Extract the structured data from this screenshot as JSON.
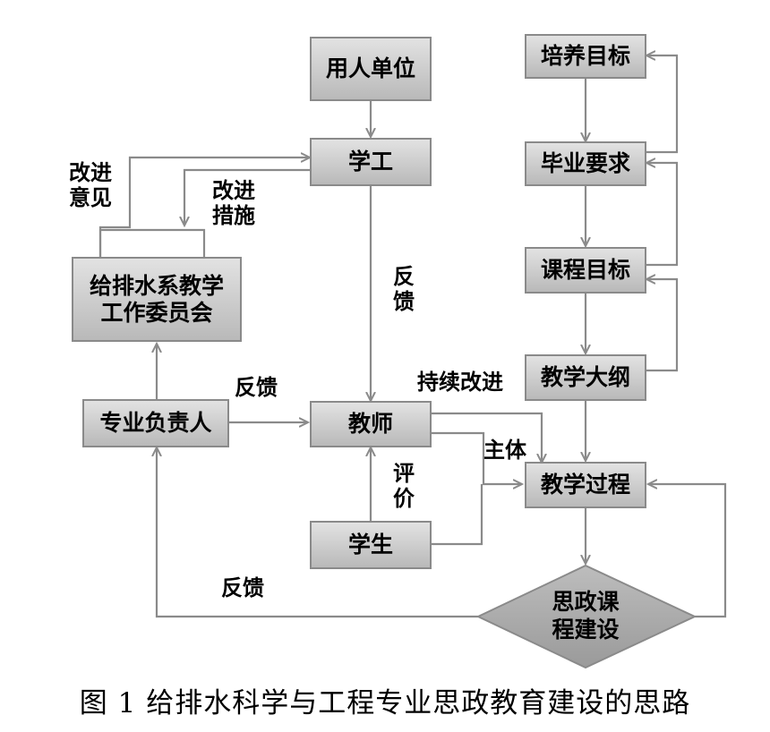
{
  "nodes": {
    "employer": "用人单位",
    "student_affairs": "学工",
    "committee": "给排水系教学\n工作委员会",
    "program_head": "专业负责人",
    "teacher": "教师",
    "student": "学生",
    "training_goal": "培养目标",
    "grad_requirements": "毕业要求",
    "course_goal": "课程目标",
    "syllabus": "教学大纲",
    "teaching_process": "教学过程",
    "ideology_course": "思政课\n程建设"
  },
  "labels": {
    "improve_opinion": "改进\n意见",
    "improve_measures": "改进\n措施",
    "feedback_vertical": "反馈",
    "feedback_head": "反馈",
    "continuous_improve": "持续改进",
    "subject": "主体",
    "evaluation": "评价",
    "feedback_bottom": "反馈"
  },
  "caption": "图 1  给排水科学与工程专业思政教育建设的思路",
  "colors": {
    "line": "#8a8a8a",
    "box_top": "#e2e2e2",
    "box_bottom": "#b9b9b9"
  }
}
